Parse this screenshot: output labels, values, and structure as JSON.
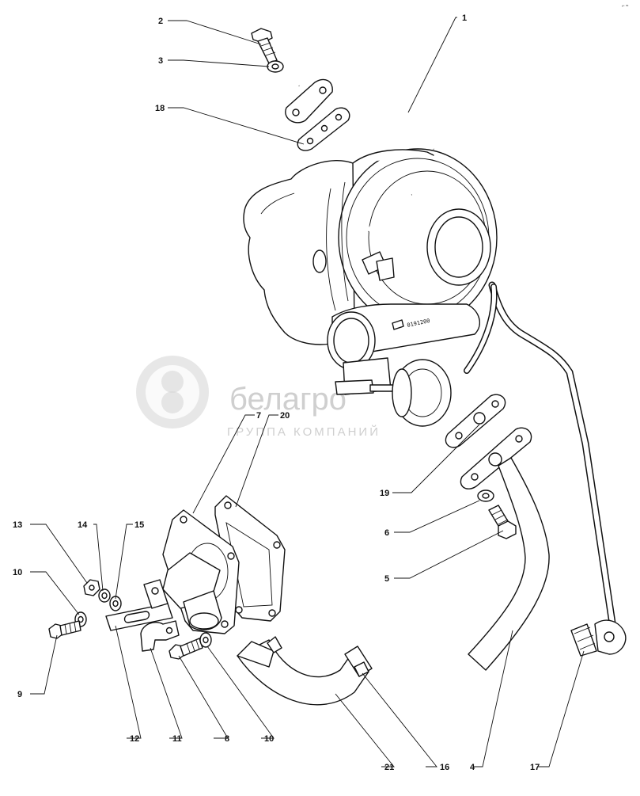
{
  "watermark": {
    "brand": "белагро",
    "subtitle": "ГРУППА КОМПАНИЙ"
  },
  "housing_stamp": "0191200",
  "corner_mark": "⌐ ≈",
  "part_labels": {
    "p1": "1",
    "p2": "2",
    "p3": "3",
    "p4": "4",
    "p5": "5",
    "p6": "6",
    "p7": "7",
    "p8": "8",
    "p9": "9",
    "p10a": "10",
    "p10b": "10",
    "p11": "11",
    "p12": "12",
    "p13": "13",
    "p14": "14",
    "p15": "15",
    "p16": "16",
    "p17": "17",
    "p18": "18",
    "p19": "19",
    "p20": "20",
    "p21": "21"
  }
}
